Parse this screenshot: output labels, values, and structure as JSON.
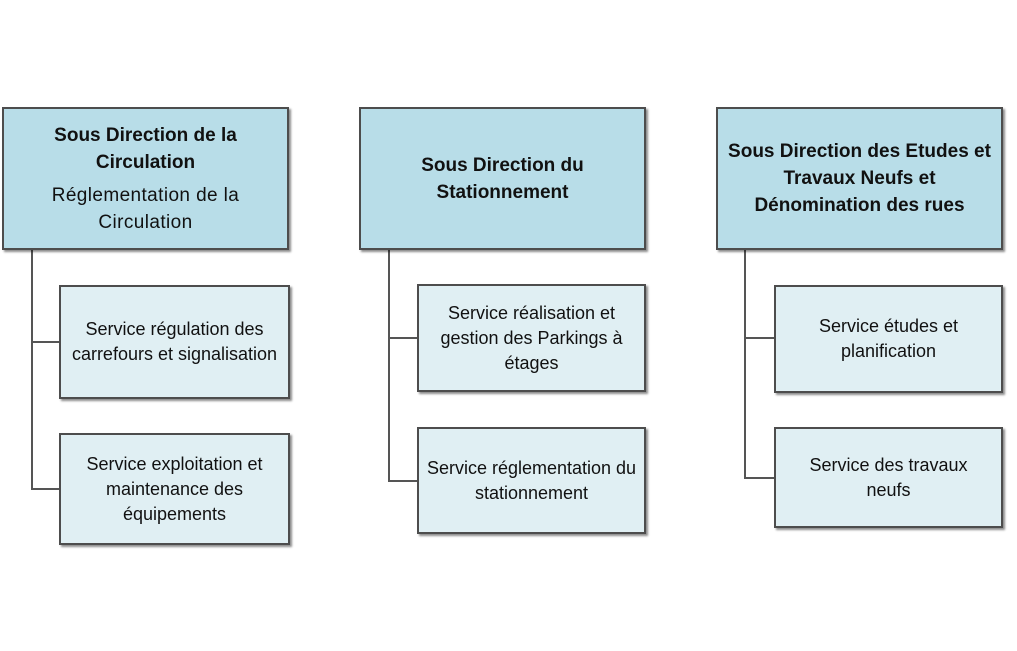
{
  "diagram": {
    "columns": [
      {
        "head": {
          "title": "Sous Direction de la Circulation",
          "subtitle": "Réglementation de la Circulation"
        },
        "children": [
          "Service régulation des carrefours et signalisation",
          "Service exploitation et maintenance des équipements"
        ]
      },
      {
        "head": {
          "title": "Sous Direction du Stationnement"
        },
        "children": [
          "Service réalisation et gestion des  Parkings à étages",
          "Service réglementation du stationnement"
        ]
      },
      {
        "head": {
          "title": "Sous Direction  des Etudes et Travaux Neufs et Dénomination des rues"
        },
        "children": [
          "Service études et planification",
          "Service des travaux neufs"
        ]
      }
    ]
  }
}
